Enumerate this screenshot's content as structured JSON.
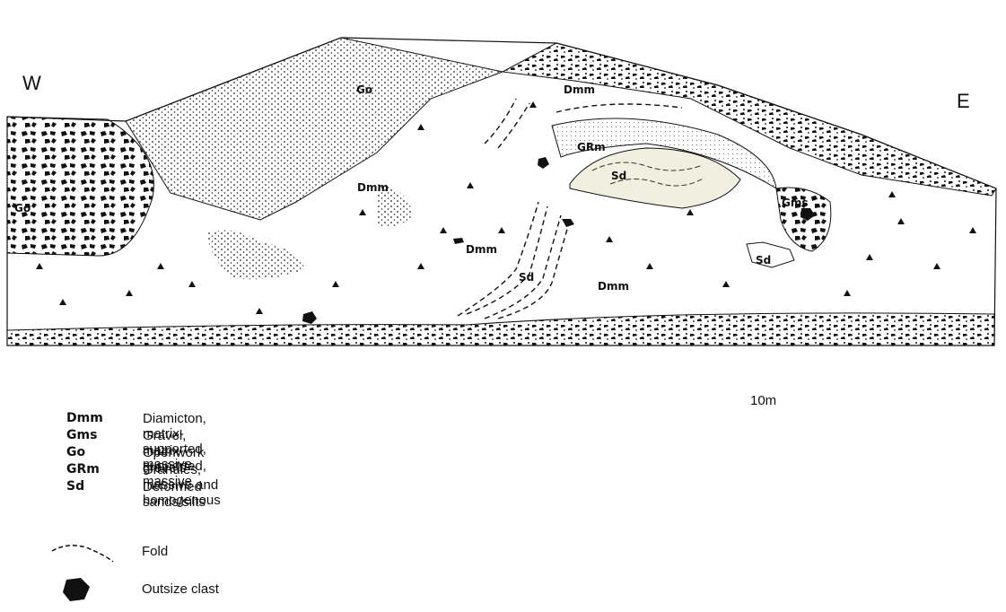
{
  "directions": {
    "west": "W",
    "east": "E"
  },
  "unit_labels": {
    "go_top": "Go",
    "go_left": "Go",
    "dmm_top": "Dmm",
    "dmm_mid": "Dmm",
    "dmm_center": "Dmm",
    "dmm_lower": "Dmm",
    "grm": "GRm",
    "sd_upper": "Sd",
    "sd_mid": "Sd",
    "sd_right": "Sd",
    "gms": "Gms"
  },
  "scale_bar": {
    "label": "10m"
  },
  "legend": [
    {
      "code": "Dmm",
      "description": "Diamicton, matrix-supported, massive"
    },
    {
      "code": "Gms",
      "description": "Gravel, matrix-supported, massive"
    },
    {
      "code": "Go",
      "description": "Openwork gravels"
    },
    {
      "code": "GRm",
      "description": "Granules, massive and homogenous"
    },
    {
      "code": "Sd",
      "description": "Deformed sands/silts"
    }
  ],
  "symbols": {
    "fold": "Fold",
    "outsize_clast": "Outsize clast"
  }
}
